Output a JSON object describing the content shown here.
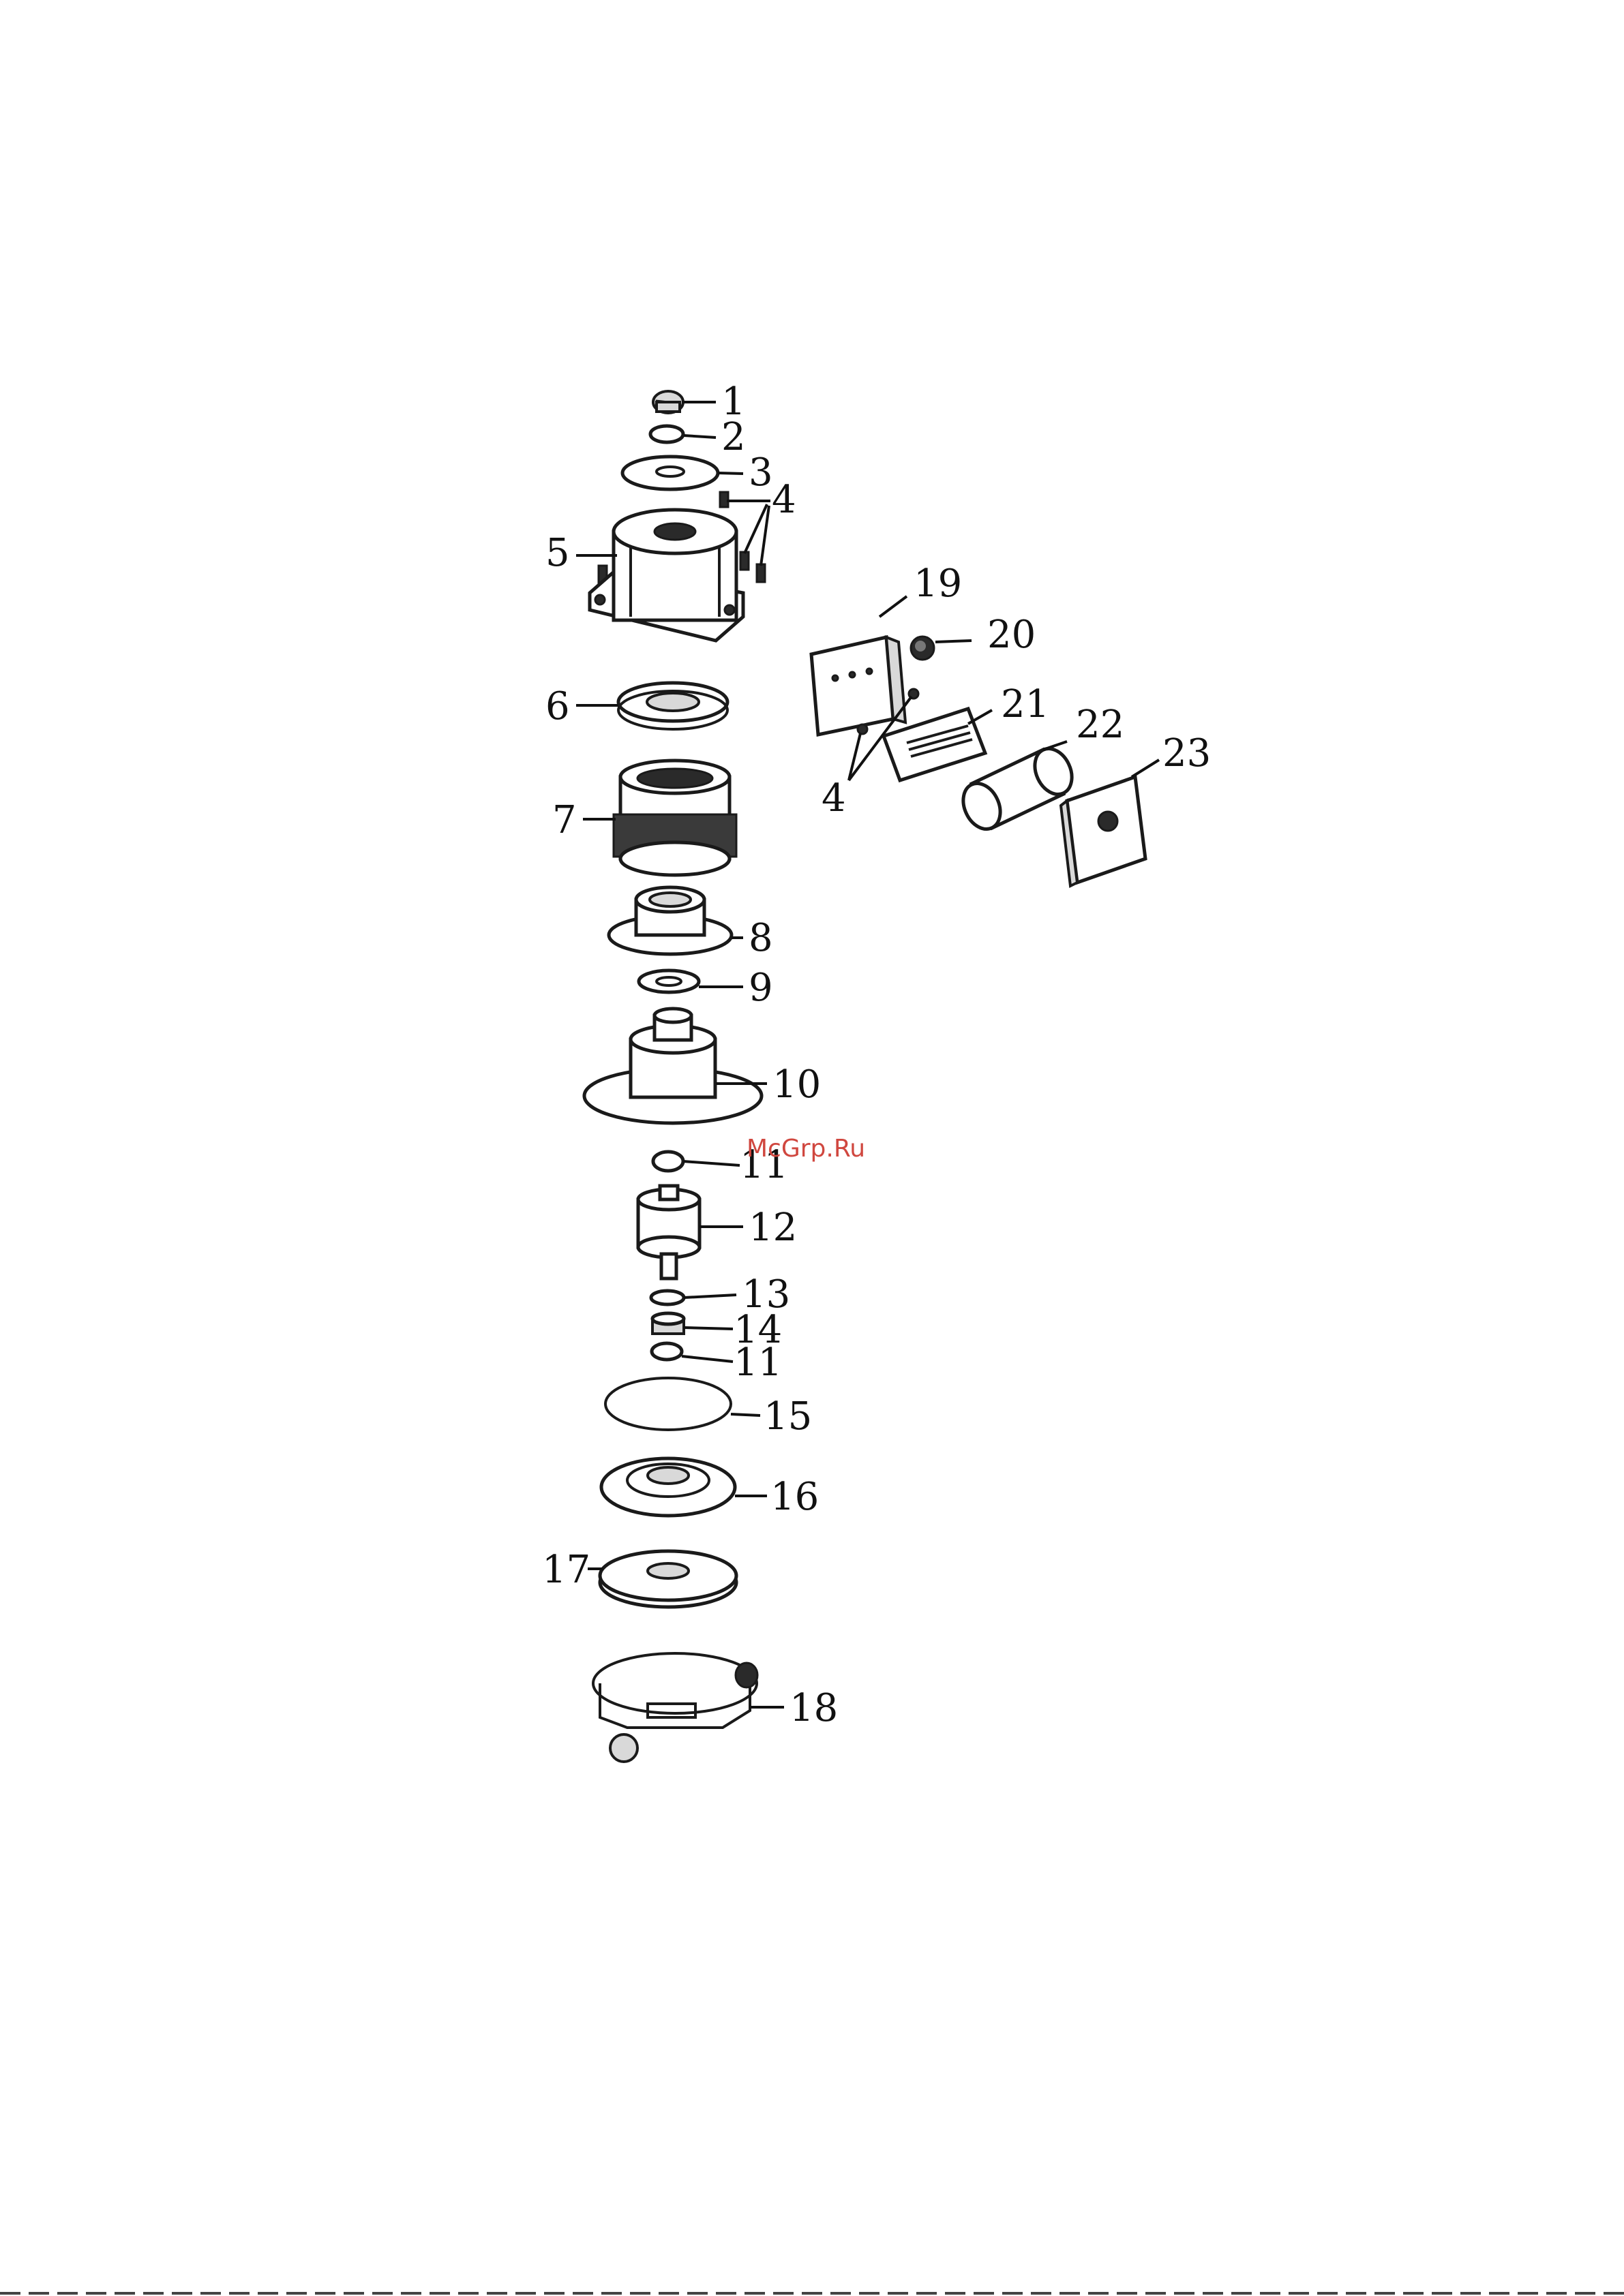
{
  "watermark": "McGrp.Ru",
  "callouts": [
    {
      "id": "c1",
      "text": "1"
    },
    {
      "id": "c2",
      "text": "2"
    },
    {
      "id": "c3",
      "text": "3"
    },
    {
      "id": "c4a",
      "text": "4"
    },
    {
      "id": "c5",
      "text": "5"
    },
    {
      "id": "c6",
      "text": "6"
    },
    {
      "id": "c7",
      "text": "7"
    },
    {
      "id": "c8",
      "text": "8"
    },
    {
      "id": "c9",
      "text": "9"
    },
    {
      "id": "c10",
      "text": "10"
    },
    {
      "id": "c11a",
      "text": "11"
    },
    {
      "id": "c12",
      "text": "12"
    },
    {
      "id": "c13",
      "text": "13"
    },
    {
      "id": "c14",
      "text": "14"
    },
    {
      "id": "c11b",
      "text": "11"
    },
    {
      "id": "c15",
      "text": "15"
    },
    {
      "id": "c16",
      "text": "16"
    },
    {
      "id": "c17",
      "text": "17"
    },
    {
      "id": "c18",
      "text": "18"
    },
    {
      "id": "c19",
      "text": "19"
    },
    {
      "id": "c20",
      "text": "20"
    },
    {
      "id": "c21",
      "text": "21"
    },
    {
      "id": "c22",
      "text": "22"
    },
    {
      "id": "c23",
      "text": "23"
    },
    {
      "id": "c4b",
      "text": "4"
    }
  ]
}
